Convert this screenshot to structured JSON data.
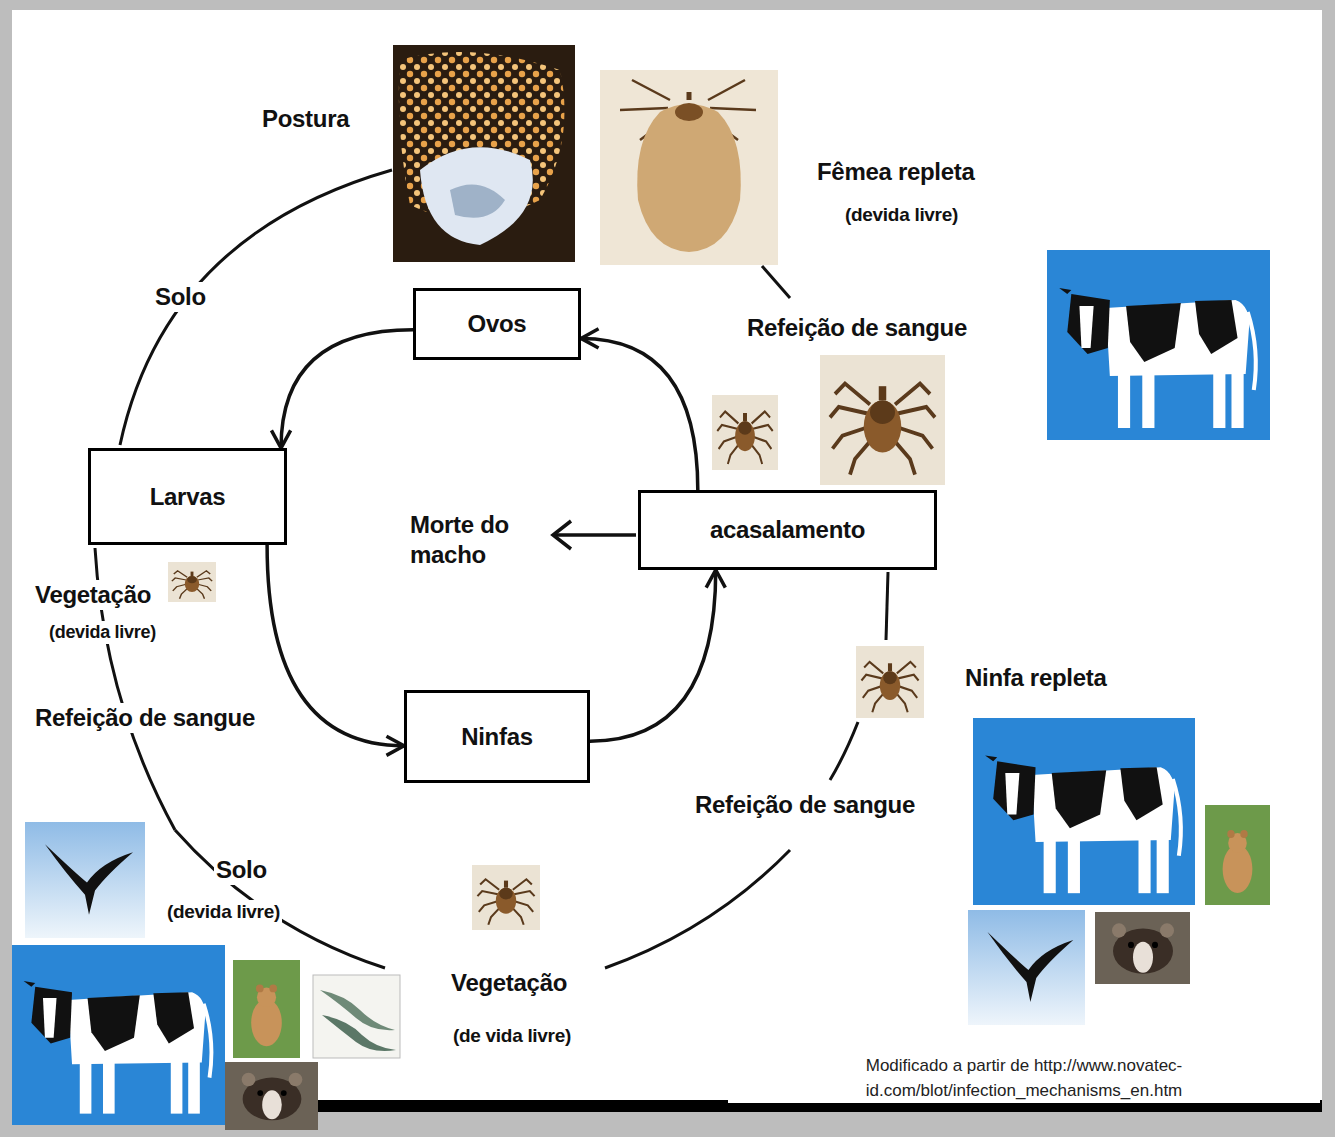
{
  "diagram": {
    "caption": "Modificado a partir de http://www.novatec-id.com/blot/infection_mechanisms_en.htm",
    "nodes": [
      {
        "text": [
          "Ovos"
        ]
      },
      {
        "text": [
          "Larvas"
        ]
      },
      {
        "text": [
          "acasalamento"
        ]
      },
      {
        "text": [
          "Ninfas"
        ]
      }
    ],
    "edges": [
      {
        "from": 0,
        "to": 1,
        "arrow": "to"
      },
      {
        "from": 1,
        "to": 3,
        "arrow": "to"
      },
      {
        "from": 3,
        "to": 2,
        "arrow": "to"
      },
      {
        "from": 2,
        "to": 0,
        "arrow": "to"
      }
    ],
    "labels": [
      "Postura",
      "Fêmea repleta",
      "(devida livre)",
      "Solo",
      "Refeição de sangue",
      "Morte do macho",
      "Vegetação",
      "(devida livre)",
      "Refeição de sangue",
      "Solo",
      "(devida livre)",
      "Vegetação",
      "(de vida livre)",
      "Refeição de sangue",
      "Ninfa repleta"
    ]
  }
}
